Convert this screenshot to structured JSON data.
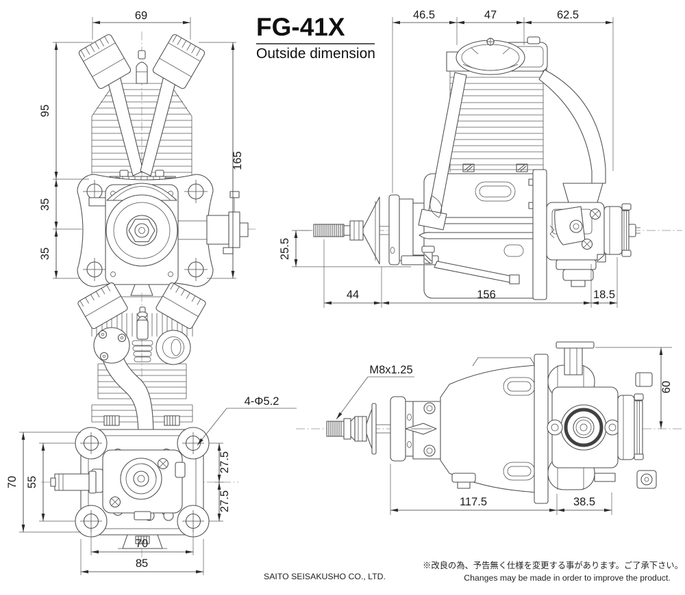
{
  "title": {
    "model": "FG-41X",
    "subtitle": "Outside dimension"
  },
  "views": {
    "front": {
      "dim_width": "69",
      "dim_upper": "95",
      "dim_mid": "35",
      "dim_lower": "35",
      "dim_overall": "165"
    },
    "side": {
      "dim_top_left": "46.5",
      "dim_top_center": "47",
      "dim_top_right": "62.5",
      "dim_shaft_height": "25.5",
      "dim_bottom_left": "44",
      "dim_bottom_center": "156",
      "dim_bottom_right": "18.5"
    },
    "rear": {
      "dim_left_outer": "70",
      "dim_left_inner": "55",
      "dim_right_upper": "27.5",
      "dim_right_lower": "27.5",
      "dim_bottom_inner": "70",
      "dim_bottom_outer": "85",
      "holes_callout": "4-Φ5.2"
    },
    "bottom": {
      "dim_height": "60",
      "dim_length_main": "117.5",
      "dim_length_rear": "38.5",
      "thread_callout": "M8x1.25"
    }
  },
  "footer": {
    "company": "SAITO SEISAKUSHO CO., LTD.",
    "note_ja": "※改良の為、予告無く仕様を変更する事があります。ご了承下さい。",
    "note_en": "Changes may be made in order to improve the product."
  },
  "colors": {
    "ink": "#4a4a4a",
    "dim_ink": "#1b1b1b",
    "background": "#ffffff"
  }
}
